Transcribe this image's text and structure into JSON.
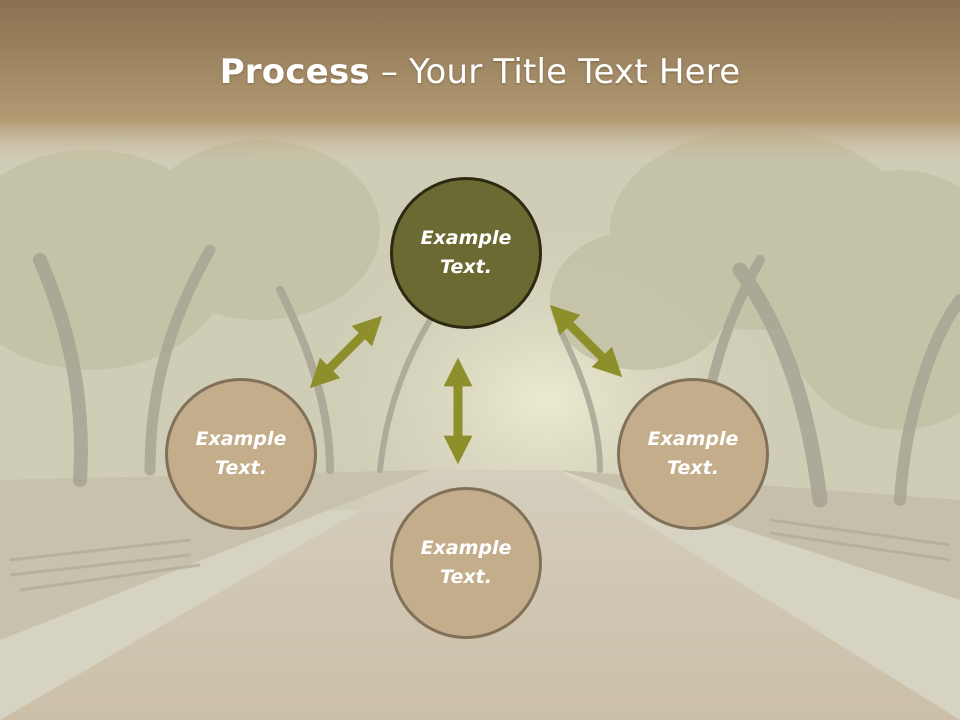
{
  "slide": {
    "title_bold": "Process",
    "title_rest": " – Your Title Text Here"
  },
  "diagram": {
    "center": {
      "line1": "Example",
      "line2": "Text."
    },
    "left": {
      "line1": "Example",
      "line2": "Text."
    },
    "right": {
      "line1": "Example",
      "line2": "Text."
    },
    "bottom": {
      "line1": "Example",
      "line2": "Text."
    }
  },
  "colors": {
    "header_band": "#a98c63",
    "center_fill": "#6b6a33",
    "outer_fill": "#c4ad8b",
    "arrow": "#8d8f2a"
  }
}
